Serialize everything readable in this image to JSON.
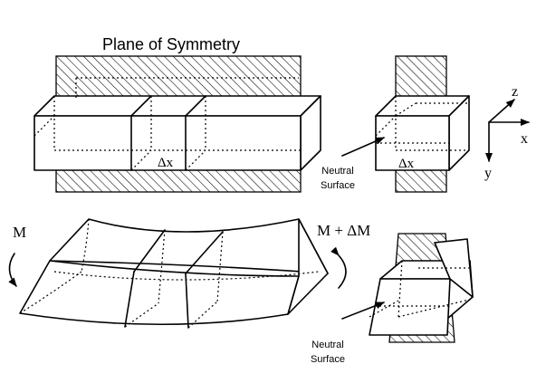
{
  "labels": {
    "plane_of_symmetry": "Plane of Symmetry",
    "delta_x_front": "Δx",
    "delta_x_side": "Δx",
    "neutral_line1_top": "Neutral",
    "neutral_line2_top": "Surface",
    "neutral_line1_bottom": "Neutral",
    "neutral_line2_bottom": "Surface",
    "moment_left": "M",
    "moment_right": "M + ΔM",
    "axis_x": "x",
    "axis_y": "y",
    "axis_z": "z"
  }
}
